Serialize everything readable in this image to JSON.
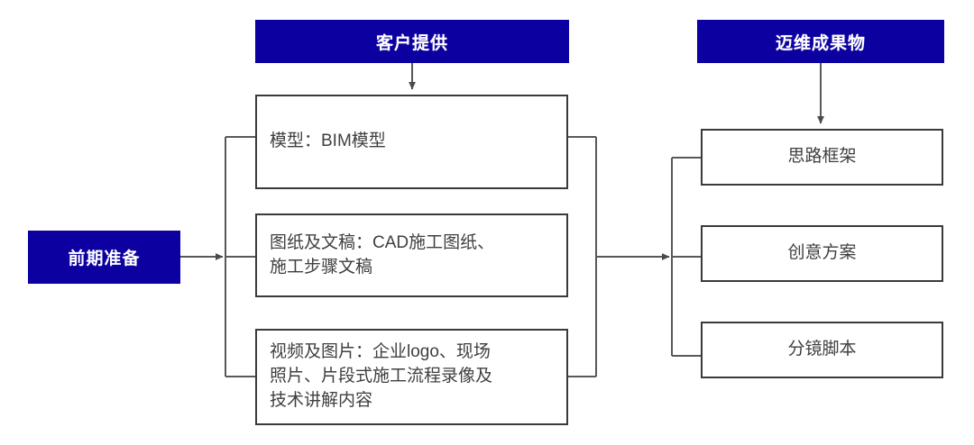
{
  "diagram": {
    "title_nodes": {
      "customer_provided": "客户提供",
      "maiwei_deliverables": "迈维成果物"
    },
    "start_node": {
      "label": "前期准备"
    },
    "inputs": [
      {
        "label": "模型：BIM模型"
      },
      {
        "label": "图纸及文稿：CAD施工图纸、\n施工步骤文稿"
      },
      {
        "label": "视频及图片：企业logo、现场\n照片、片段式施工流程录像及\n技术讲解内容"
      }
    ],
    "outputs": [
      {
        "label": "思路框架"
      },
      {
        "label": "创意方案"
      },
      {
        "label": "分镜脚本"
      }
    ],
    "colors": {
      "accent": "#0D00A0",
      "accent_text": "#FFFFFF",
      "box_border": "#3A3A3A",
      "box_text": "#3F3F3F",
      "connector": "#595959",
      "background": "#FFFFFF"
    }
  }
}
